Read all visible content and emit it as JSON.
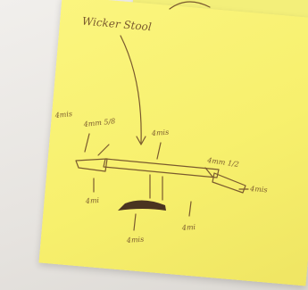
{
  "sketch": {
    "title": "Wicker Stool",
    "labels": {
      "left_top": "4mis",
      "left_mid": "4mm\n5/8",
      "center_top": "4mis",
      "right_mid": "4mm\n1/2",
      "right_end": "4mis",
      "left_bottom": "4mi",
      "right_bottom": "4mi",
      "center_bottom": "4mis"
    }
  },
  "colors": {
    "note": "#f7f06d",
    "ink": "#7a5a2e",
    "background": "#e6e3df"
  }
}
